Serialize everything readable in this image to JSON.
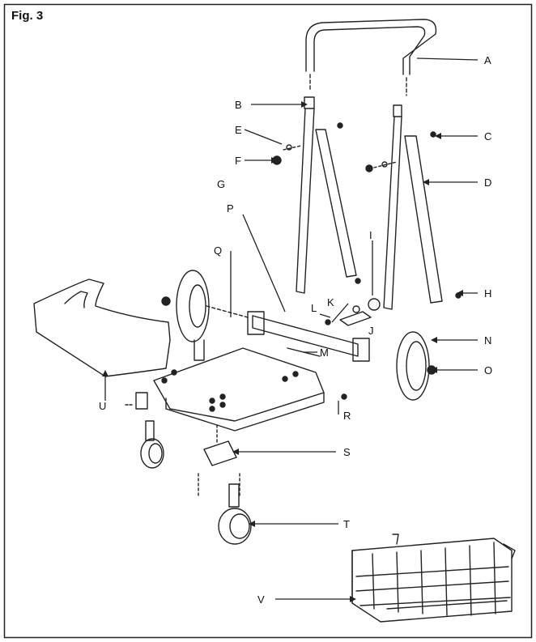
{
  "figure": {
    "title": "Fig. 3"
  },
  "labels": {
    "A": "A",
    "B": "B",
    "C": "C",
    "D": "D",
    "E": "E",
    "F": "F",
    "G": "G",
    "H": "H",
    "I": "I",
    "J": "J",
    "K": "K",
    "L": "L",
    "M": "M",
    "N": "N",
    "O": "O",
    "P": "P",
    "Q": "Q",
    "R": "R",
    "S": "S",
    "T": "T",
    "U": "U",
    "V": "V"
  }
}
